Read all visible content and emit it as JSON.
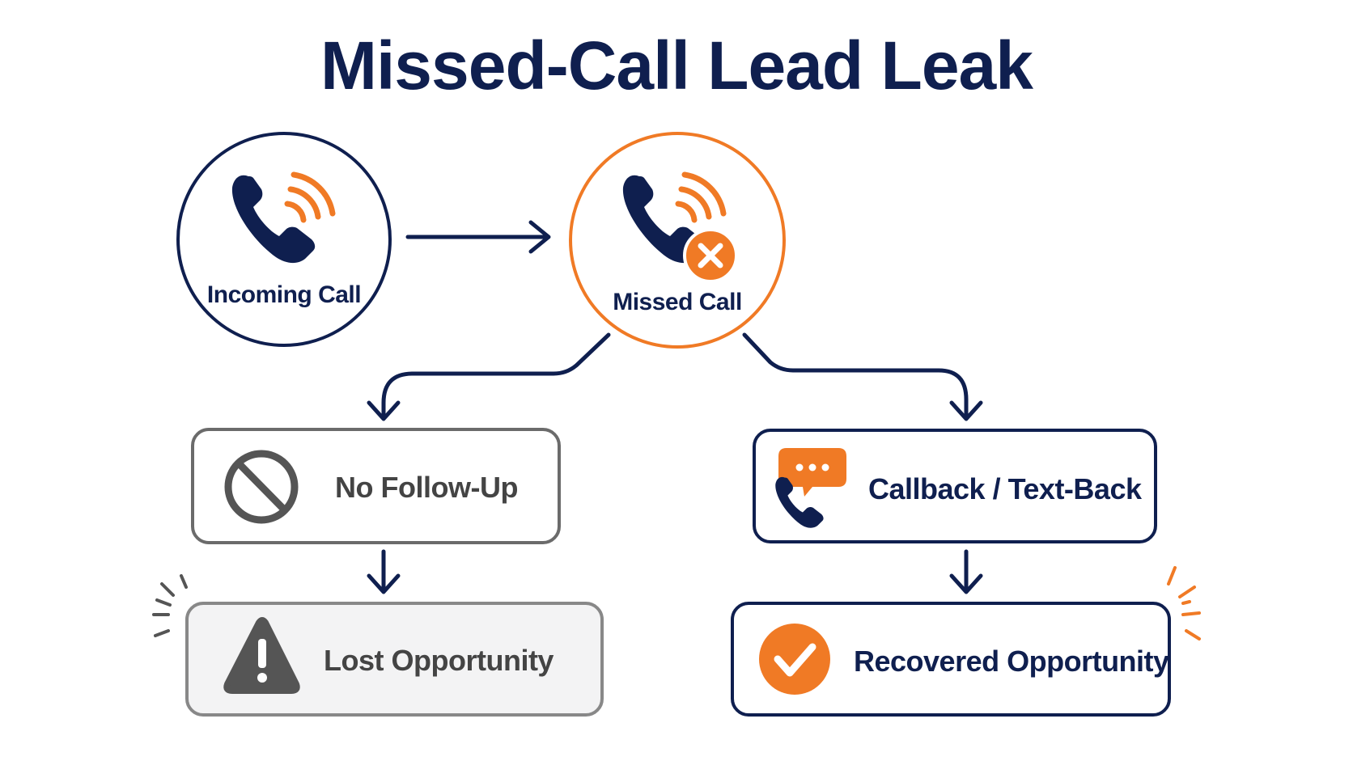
{
  "title": "Missed-Call Lead Leak",
  "nodes": {
    "incoming_call": {
      "label": "Incoming Call",
      "icon": "phone-ringing-icon"
    },
    "missed_call": {
      "label": "Missed Call",
      "icon": "phone-missed-icon"
    },
    "no_follow_up": {
      "label": "No Follow-Up",
      "icon": "prohibited-icon"
    },
    "lost_opportunity": {
      "label": "Lost Opportunity",
      "icon": "warning-icon"
    },
    "callback_text_back": {
      "label": "Callback / Text-Back",
      "icon": "phone-chat-icon"
    },
    "recovered_opportunity": {
      "label": "Recovered Opportunity",
      "icon": "checkmark-icon"
    }
  },
  "colors": {
    "navy": "#0f1f4f",
    "orange": "#f07a25",
    "grey": "#555555",
    "light_grey_fill": "#f3f3f4"
  }
}
